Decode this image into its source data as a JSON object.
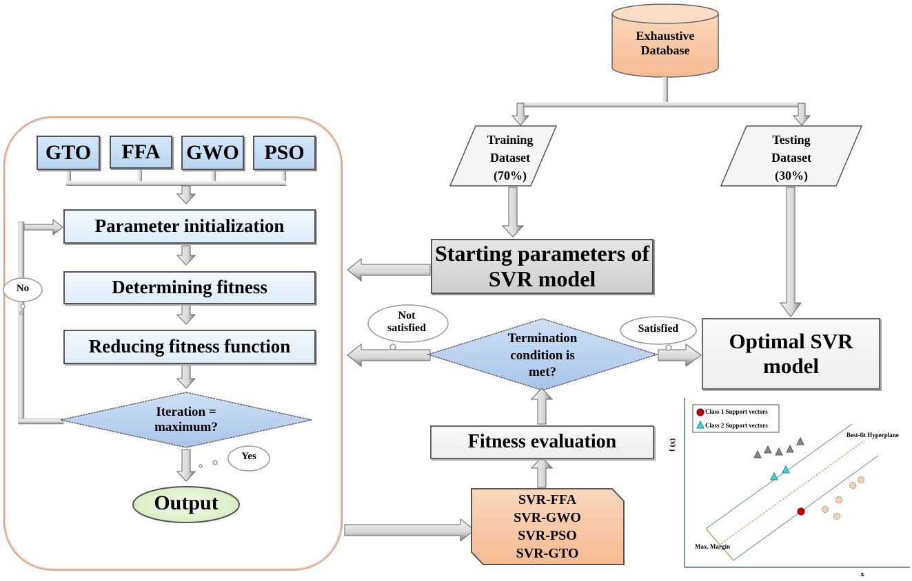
{
  "left_panel": {
    "algorithms": [
      "GTO",
      "FFA",
      "GWO",
      "PSO"
    ],
    "steps": [
      "Parameter initialization",
      "Determining fitness",
      "Reducing fitness function"
    ],
    "decision": [
      "Iteration =",
      "maximum?"
    ],
    "no_label": "No",
    "yes_label": "Yes",
    "output": "Output"
  },
  "database": [
    "Exhaustive",
    "Database"
  ],
  "training": [
    "Training",
    "Dataset",
    "(70%)"
  ],
  "testing": [
    "Testing",
    "Dataset",
    "(30%)"
  ],
  "starting_params": [
    "Starting parameters of",
    "SVR model"
  ],
  "termination": [
    "Termination",
    "condition is",
    "met?"
  ],
  "not_satisfied": [
    "Not",
    "satisfied"
  ],
  "satisfied": "Satisfied",
  "optimal": [
    "Optimal SVR",
    "model"
  ],
  "fitness_eval": "Fitness evaluation",
  "models": [
    "SVR-FFA",
    "SVR-GWO",
    "SVR-PSO",
    "SVR-GTO"
  ],
  "svr_plot": {
    "legend": [
      "Class 1 Support vectors",
      "Class 2 Support vectors"
    ],
    "hyperplane_label": "Best-fit Hyperplane",
    "margin_label": "Max. Margin",
    "xlabel": "x",
    "ylabel": "f (x)"
  },
  "colors": {
    "algo_fill": "#c6ddf5",
    "step_fill": "#e6f2fc",
    "diamond_fill": "#b5cdee",
    "peach": "#f9c9a5",
    "output_fill": "#e8f6dc",
    "panel_border": "#e8a27a"
  }
}
